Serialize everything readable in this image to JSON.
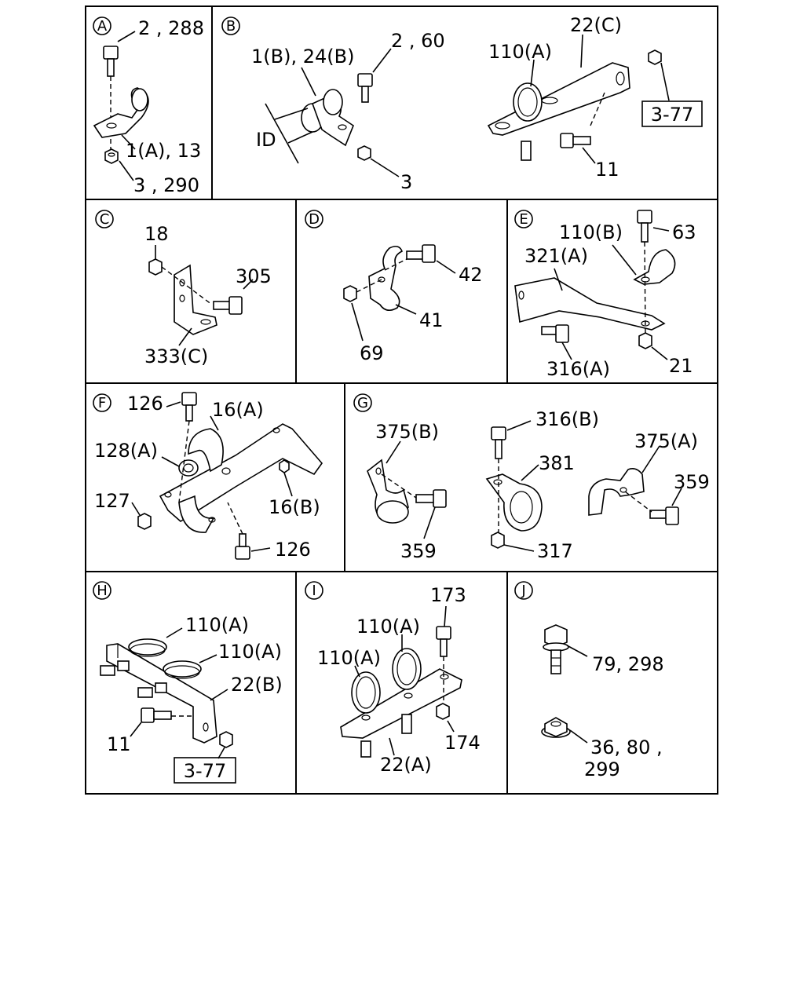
{
  "panels": {
    "A": {
      "id": "A",
      "labels": {
        "bolt": "2 , 288",
        "clamp": "1(A), 13",
        "nut": "3 , 290"
      }
    },
    "B": {
      "id": "B",
      "labels": {
        "clamp": "1(B), 24(B)",
        "bolt": "2 , 60",
        "dim": "ID",
        "nut": "3",
        "bracket": "22(C)",
        "band": "110(A)",
        "ref": "3-77",
        "bolt2": "11"
      }
    },
    "C": {
      "id": "C",
      "labels": {
        "nut": "18",
        "bolt": "305",
        "bracket": "333(C)"
      }
    },
    "D": {
      "id": "D",
      "labels": {
        "bolt": "42",
        "clip": "41",
        "nut": "69"
      }
    },
    "E": {
      "id": "E",
      "labels": {
        "clamp": "110(B)",
        "bolt": "63",
        "bracket": "321(A)",
        "bolt2": "316(A)",
        "nut": "21"
      }
    },
    "F": {
      "id": "F",
      "labels": {
        "bolt": "126",
        "bracketA": "16(A)",
        "bush": "128(A)",
        "nut": "127",
        "bracketB": "16(B)",
        "bolt2": "126"
      }
    },
    "G": {
      "id": "G",
      "labels": {
        "clampB": "375(B)",
        "boltB": "359",
        "bolt": "316(B)",
        "clamp": "381",
        "nut": "317",
        "clampA": "375(A)",
        "boltA": "359"
      }
    },
    "H": {
      "id": "H",
      "labels": {
        "band1": "110(A)",
        "band2": "110(A)",
        "bracket": "22(B)",
        "bolt": "11",
        "ref": "3-77"
      }
    },
    "I": {
      "id": "I",
      "labels": {
        "bolt": "173",
        "band1": "110(A)",
        "band2": "110(A)",
        "nut": "174",
        "bracket": "22(A)"
      }
    },
    "J": {
      "id": "J",
      "labels": {
        "bolt": "79, 298",
        "nut_line1": "36, 80 ,",
        "nut_line2": "299"
      }
    }
  }
}
